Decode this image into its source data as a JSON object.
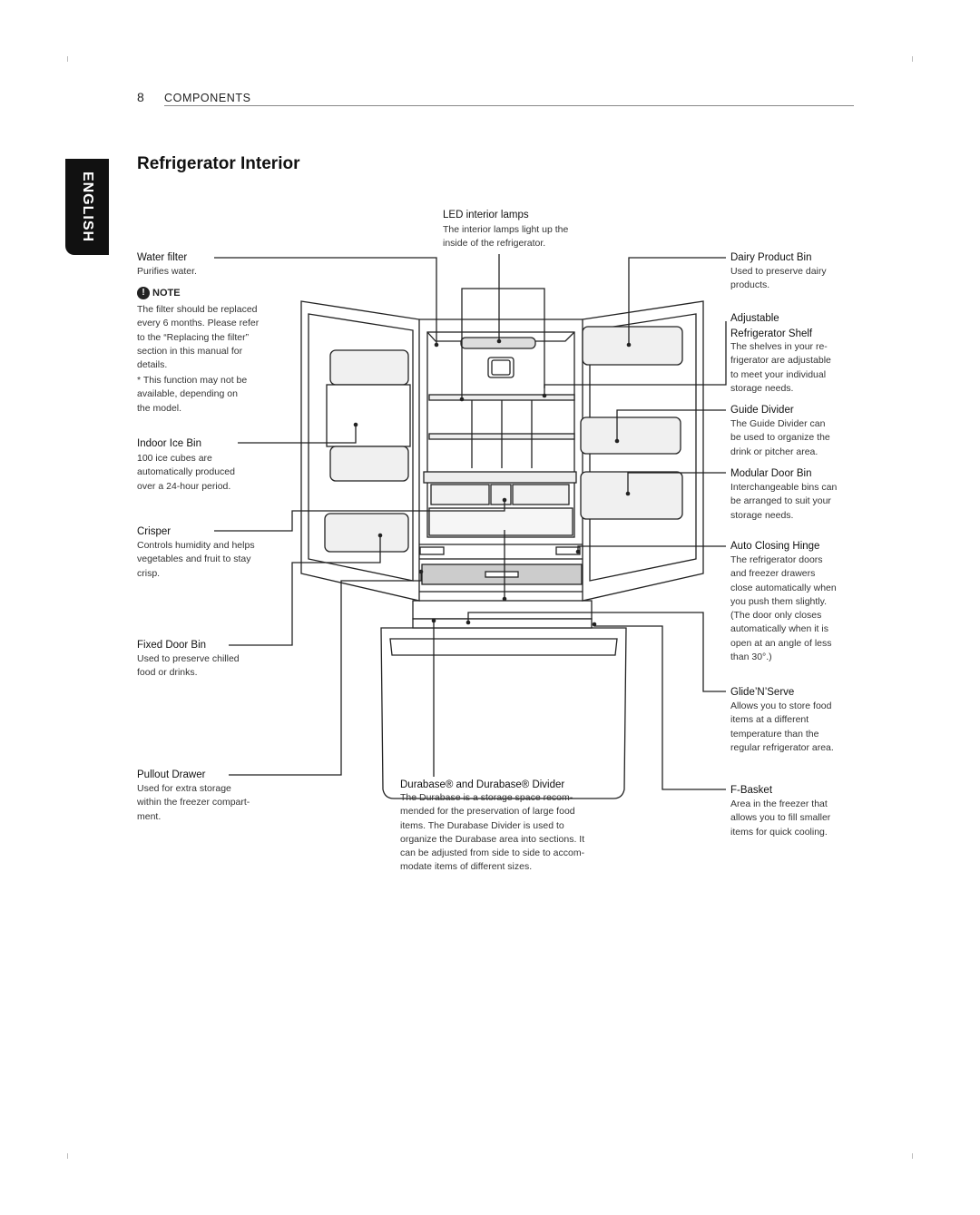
{
  "header": {
    "page_number": "8",
    "section": "COMPONENTS"
  },
  "title": "Refrigerator Interior",
  "language_tab": "ENGLISH",
  "note": {
    "heading": "NOTE",
    "body": "The filter should be replaced\nevery 6 months. Please refer\nto the “Replacing the filter”\nsection in this manual for\ndetails.",
    "footnote": "* This function may not be\n   available, depending on\n   the model."
  },
  "labels": {
    "led": {
      "title": "LED interior lamps",
      "desc": "The interior lamps light up the\ninside of the refrigerator."
    },
    "water_filter": {
      "title": "Water filter",
      "desc": "Purifies water."
    },
    "ice_bin": {
      "title": "Indoor Ice Bin",
      "desc": "100 ice cubes are\nautomatically produced\nover a 24-hour period."
    },
    "crisper": {
      "title": "Crisper",
      "desc": "Controls humidity and helps\nvegetables and fruit to stay\ncrisp."
    },
    "fixed_bin": {
      "title": "Fixed Door Bin",
      "desc": "Used to preserve chilled\nfood or drinks."
    },
    "pullout": {
      "title": "Pullout Drawer",
      "desc": "Used for extra storage\nwithin the freezer compart-\nment."
    },
    "durabase": {
      "title": "Durabase® and Durabase® Divider",
      "desc": "The Durabase is a storage space recom-\nmended for the preservation of large food\nitems. The Durabase Divider is used to\norganize the Durabase area into sections. It\ncan be adjusted from side to side to accom-\nmodate items of different sizes."
    },
    "dairy": {
      "title": "Dairy Product Bin",
      "desc": "Used to preserve dairy\nproducts."
    },
    "shelf": {
      "title": "Adjustable\nRefrigerator Shelf",
      "desc": "The shelves in your re-\nfrigerator are adjustable\nto meet your individual\nstorage needs."
    },
    "guide": {
      "title": "Guide Divider",
      "desc": "The Guide Divider can\nbe used to organize the\ndrink or pitcher area."
    },
    "modular": {
      "title": "Modular Door Bin",
      "desc": "Interchangeable bins can\nbe arranged to suit your\nstorage needs."
    },
    "hinge": {
      "title": "Auto Closing Hinge",
      "desc": "The refrigerator doors\nand freezer drawers\nclose automatically when\nyou push them slightly.\n(The door only closes\nautomatically when it is\nopen at an angle of less\nthan 30°.)"
    },
    "glide": {
      "title": "Glide’N’Serve",
      "desc": "Allows you to store food\nitems at a different\ntemperature than the\nregular refrigerator area."
    },
    "fbasket": {
      "title": "F-Basket",
      "desc": "Area in the freezer that\nallows you to fill smaller\nitems for quick cooling."
    }
  }
}
